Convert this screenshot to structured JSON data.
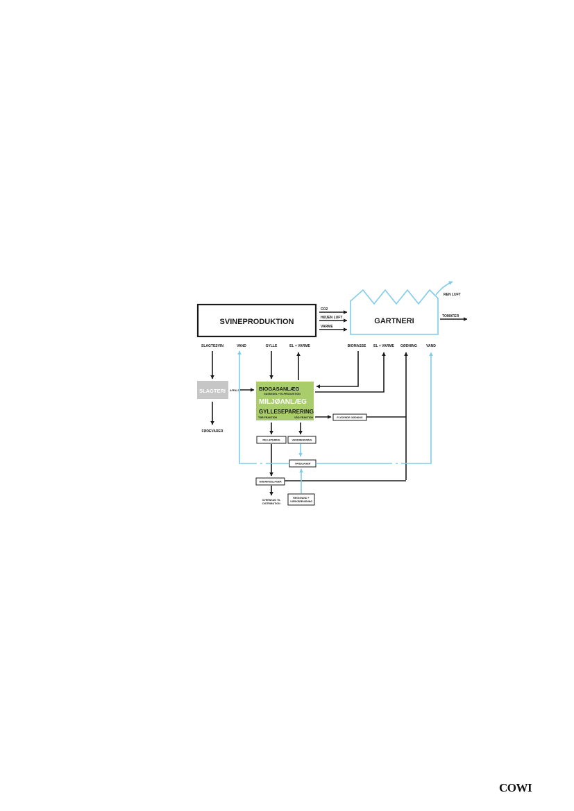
{
  "diagram": {
    "svineproduktion": "SVINEPRODUKTION",
    "gartneri": "GARTNERI",
    "slagteri": "SLAGTERI",
    "biogas": {
      "title": "BIOGASANLÆG",
      "sub": "GASKEDEL + ELPRODUKTION",
      "title2": "MILJØANLÆG",
      "title3": "GYLLESEPARERING",
      "left_note": "TØR FRAKTION",
      "right_note": "VÅD FRAKTION"
    },
    "inputs_to_gartneri": [
      "CO2",
      "HØJEN LUFT",
      "VARME"
    ],
    "ren_luft": "REN LUFT",
    "tomater": "TOMATER",
    "sv_labels": {
      "slagtesvin": "SLAGTESVIN",
      "vand": "VAND",
      "gylle": "GYLLE",
      "el_varme": "EL + VARME"
    },
    "ga_labels": {
      "biomasse": "BIOMASSE",
      "el_varme": "EL + VARME",
      "godning": "GØDNING",
      "vand": "VAND"
    },
    "fodevarer": "FØDEVARER",
    "affald": "AFFALD",
    "flydende": "FLYDENDE GØDNING",
    "pelletering": "PELLETERING",
    "vandrensning": "VANDRENSNING",
    "vandlager": "VANDLAGER",
    "godningslager": "GØDNINGSLAGER",
    "overskud": [
      "OVERSKUD TIL",
      "DISTRIBUTION"
    ],
    "regnvand": [
      "REGNVAND +",
      "VÆSKERENSNING"
    ]
  },
  "logo": "COWI",
  "colors": {
    "green": "#a9cd6a",
    "blue": "#7ecbea",
    "gray": "#c6c6c6",
    "dark": "#1a1a1a"
  }
}
